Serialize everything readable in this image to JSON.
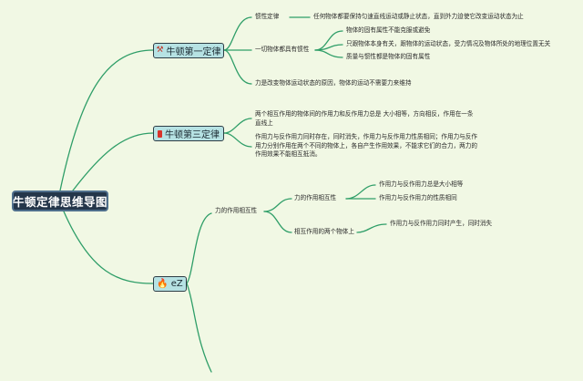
{
  "root": {
    "label": "牛顿定律思维导图"
  },
  "branches": [
    {
      "label": "牛顿第一定律",
      "icon": "pickaxe-icon"
    },
    {
      "label": "牛顿第三定律",
      "icon": "red-flag-icon"
    },
    {
      "label": "eZ",
      "icon": "flame-icon"
    }
  ],
  "first_law": {
    "inertia_def": {
      "label": "惯性定律",
      "text": "任何物体都要保持匀速直线运动或静止状态，直到外力迫使它改变运动状态为止"
    },
    "inertia_prop": {
      "label": "一切物体都具有惯性",
      "items": [
        "物体的固有属性不能克服或避免",
        "只跟物体本身有关，跟物体的运动状态，受力情况及物体所处的地理位置无关",
        "质量与惯性都是物体的固有属性"
      ]
    },
    "force_cause": "力是改变物体运动状态的原因，物体的运动不需要力来维持"
  },
  "third_law": {
    "statement": "两个相互作用的物体间的作用力和反作用力总是 大小相等，方向相反，作用在一条直线上",
    "properties": "作用力与反作用力同时存在，同时消失，作用力与反作用力性质相同；作用力与反作用力分别作用在两个不同的物体上，各自产生作用效果，不能求它们的合力，两力的作用效果不能相互抵消。"
  },
  "interaction": {
    "label": "力的作用相互性",
    "mutual": {
      "label": "力的作用相互性",
      "items": [
        "作用力与反作用力总是大小相等",
        "作用力与反作用力的性质相同"
      ]
    },
    "two_bodies": {
      "label": "相互作用的两个物体上",
      "items": [
        "作用力与反作用力同时产生，同时消失"
      ]
    }
  },
  "colors": {
    "background": "#f1f8e4",
    "line": "#2f9e68",
    "root_fill": "#24364a",
    "branch_fill": "#b6e2e3"
  }
}
